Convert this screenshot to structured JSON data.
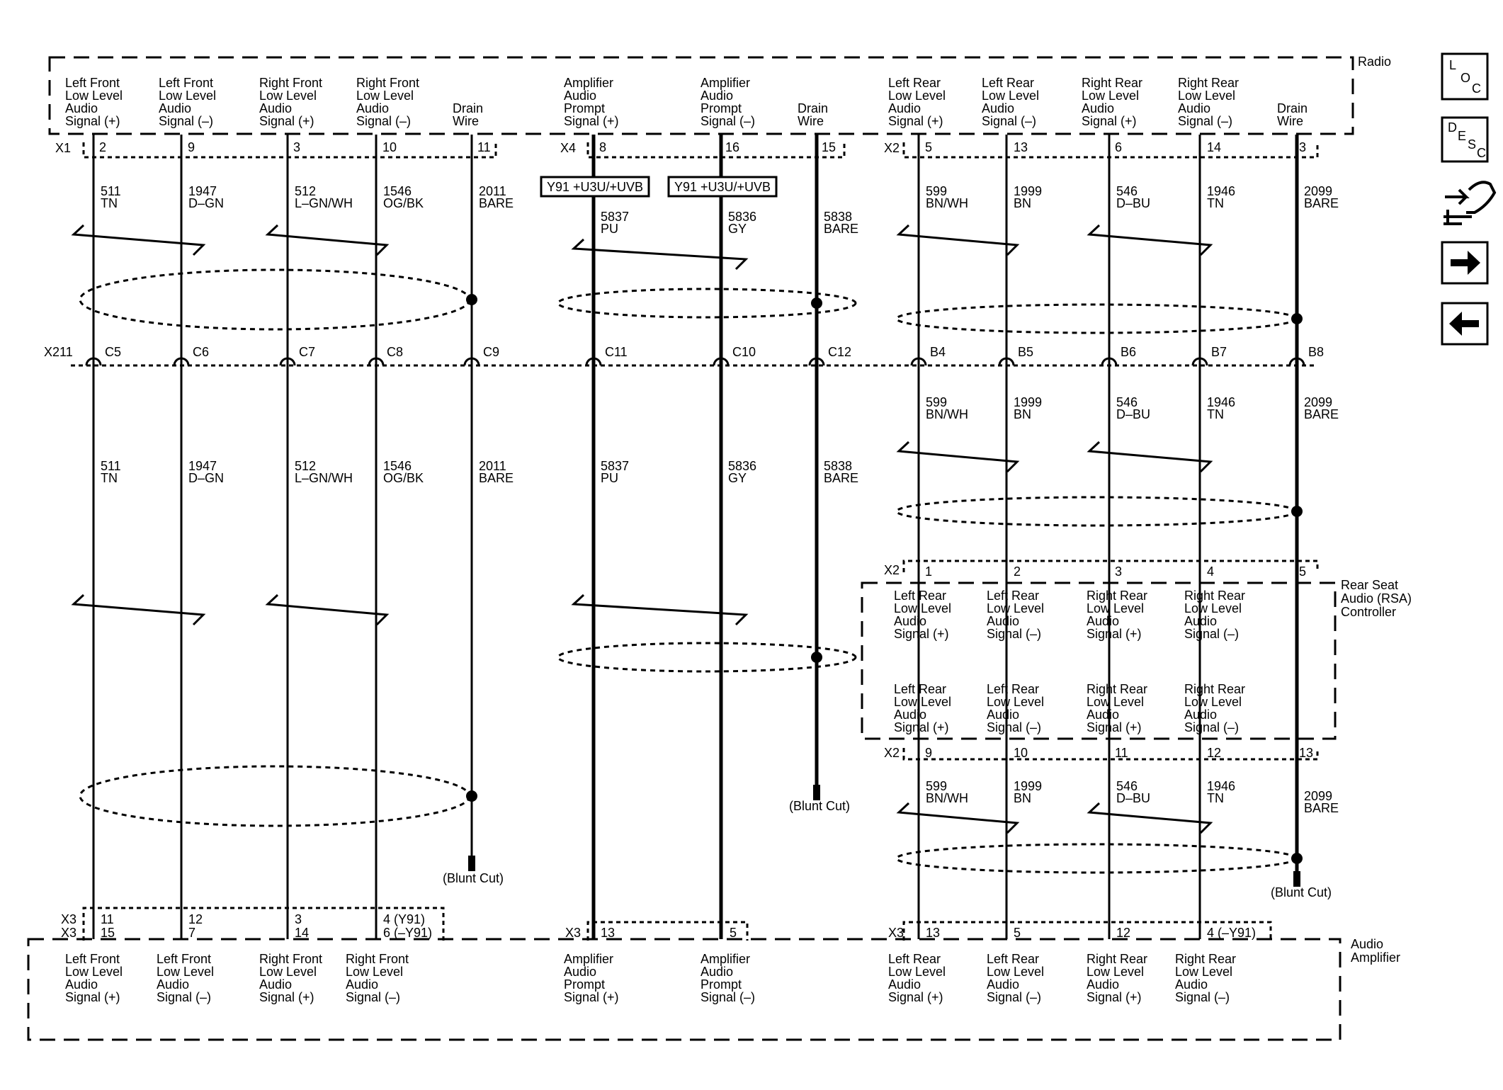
{
  "modules": {
    "radio": "Radio",
    "rsa": [
      "Rear Seat",
      "Audio (RSA)",
      "Controller"
    ],
    "amp": [
      "Audio",
      "Amplifier"
    ]
  },
  "nav": {
    "loc": [
      "L",
      "O",
      "C"
    ],
    "desc": [
      "D",
      "E",
      "S",
      "C"
    ]
  },
  "labels": {
    "y91": "Y91 +U3U/+UVB",
    "blunt": "(Blunt Cut)"
  },
  "connectors": {
    "x1": "X1",
    "x4": "X4",
    "x2": "X2",
    "x211": "X211",
    "x3": "X3"
  },
  "radio_pins": [
    {
      "lines": [
        "Left Front",
        "Low Level",
        "Audio",
        "Signal (+)"
      ],
      "pin": "2"
    },
    {
      "lines": [
        "Left Front",
        "Low Level",
        "Audio",
        "Signal (–)"
      ],
      "pin": "9"
    },
    {
      "lines": [
        "Right Front",
        "Low Level",
        "Audio",
        "Signal (+)"
      ],
      "pin": "3"
    },
    {
      "lines": [
        "Right Front",
        "Low Level",
        "Audio",
        "Signal (–)"
      ],
      "pin": "10"
    },
    {
      "lines": [
        "Drain",
        "Wire"
      ],
      "pin": "11"
    },
    {
      "lines": [
        "Amplifier",
        "Audio",
        "Prompt",
        "Signal (+)"
      ],
      "pin": "8"
    },
    {
      "lines": [
        "Amplifier",
        "Audio",
        "Prompt",
        "Signal (–)"
      ],
      "pin": "16"
    },
    {
      "lines": [
        "Drain",
        "Wire"
      ],
      "pin": "15"
    },
    {
      "lines": [
        "Left Rear",
        "Low Level",
        "Audio",
        "Signal (+)"
      ],
      "pin": "5"
    },
    {
      "lines": [
        "Left Rear",
        "Low Level",
        "Audio",
        "Signal (–)"
      ],
      "pin": "13"
    },
    {
      "lines": [
        "Right Rear",
        "Low Level",
        "Audio",
        "Signal (+)"
      ],
      "pin": "6"
    },
    {
      "lines": [
        "Right Rear",
        "Low Level",
        "Audio",
        "Signal (–)"
      ],
      "pin": "14"
    },
    {
      "lines": [
        "Drain",
        "Wire"
      ],
      "pin": "3"
    }
  ],
  "wires": [
    {
      "num": "511",
      "color": "TN",
      "x211": "C5"
    },
    {
      "num": "1947",
      "color": "D–GN",
      "x211": "C6"
    },
    {
      "num": "512",
      "color": "L–GN/WH",
      "x211": "C7"
    },
    {
      "num": "1546",
      "color": "OG/BK",
      "x211": "C8"
    },
    {
      "num": "2011",
      "color": "BARE",
      "x211": "C9"
    },
    {
      "num": "5837",
      "color": "PU",
      "x211": "C11"
    },
    {
      "num": "5836",
      "color": "GY",
      "x211": "C10"
    },
    {
      "num": "5838",
      "color": "BARE",
      "x211": "C12"
    },
    {
      "num": "599",
      "color": "BN/WH",
      "x211": "B4"
    },
    {
      "num": "1999",
      "color": "BN",
      "x211": "B5"
    },
    {
      "num": "546",
      "color": "D–BU",
      "x211": "B6"
    },
    {
      "num": "1946",
      "color": "TN",
      "x211": "B7"
    },
    {
      "num": "2099",
      "color": "BARE",
      "x211": "B8"
    }
  ],
  "rsa_top_pins": [
    "1",
    "2",
    "3",
    "4",
    "5"
  ],
  "rsa_bottom_pins": [
    "9",
    "10",
    "11",
    "12",
    "13"
  ],
  "rsa_labels": [
    [
      "Left Rear",
      "Low Level",
      "Audio",
      "Signal (+)"
    ],
    [
      "Left Rear",
      "Low Level",
      "Audio",
      "Signal (–)"
    ],
    [
      "Right Rear",
      "Low Level",
      "Audio",
      "Signal (+)"
    ],
    [
      "Right Rear",
      "Low Level",
      "Audio",
      "Signal (–)"
    ]
  ],
  "amp_pins": [
    {
      "a": "11",
      "b": "15"
    },
    {
      "a": "12",
      "b": "7"
    },
    {
      "a": "3",
      "b": "14"
    },
    {
      "a": "4 (Y91)",
      "b": "6 (–Y91)"
    },
    {
      "a": "",
      "b": "13"
    },
    {
      "a": "",
      "b": "5"
    },
    {
      "a": "",
      "b": "13"
    },
    {
      "a": "",
      "b": "5"
    },
    {
      "a": "",
      "b": "12"
    },
    {
      "a": "",
      "b": "4 (–Y91)"
    }
  ],
  "amp_labels": [
    [
      "Left Front",
      "Low Level",
      "Audio",
      "Signal (+)"
    ],
    [
      "Left Front",
      "Low Level",
      "Audio",
      "Signal (–)"
    ],
    [
      "Right Front",
      "Low Level",
      "Audio",
      "Signal (+)"
    ],
    [
      "Right Front",
      "Low Level",
      "Audio",
      "Signal (–)"
    ],
    [
      "Amplifier",
      "Audio",
      "Prompt",
      "Signal (+)"
    ],
    [
      "Amplifier",
      "Audio",
      "Prompt",
      "Signal (–)"
    ],
    [
      "Left Rear",
      "Low Level",
      "Audio",
      "Signal (+)"
    ],
    [
      "Left Rear",
      "Low Level",
      "Audio",
      "Signal (–)"
    ],
    [
      "Right Rear",
      "Low Level",
      "Audio",
      "Signal (+)"
    ],
    [
      "Right Rear",
      "Low Level",
      "Audio",
      "Signal (–)"
    ]
  ]
}
